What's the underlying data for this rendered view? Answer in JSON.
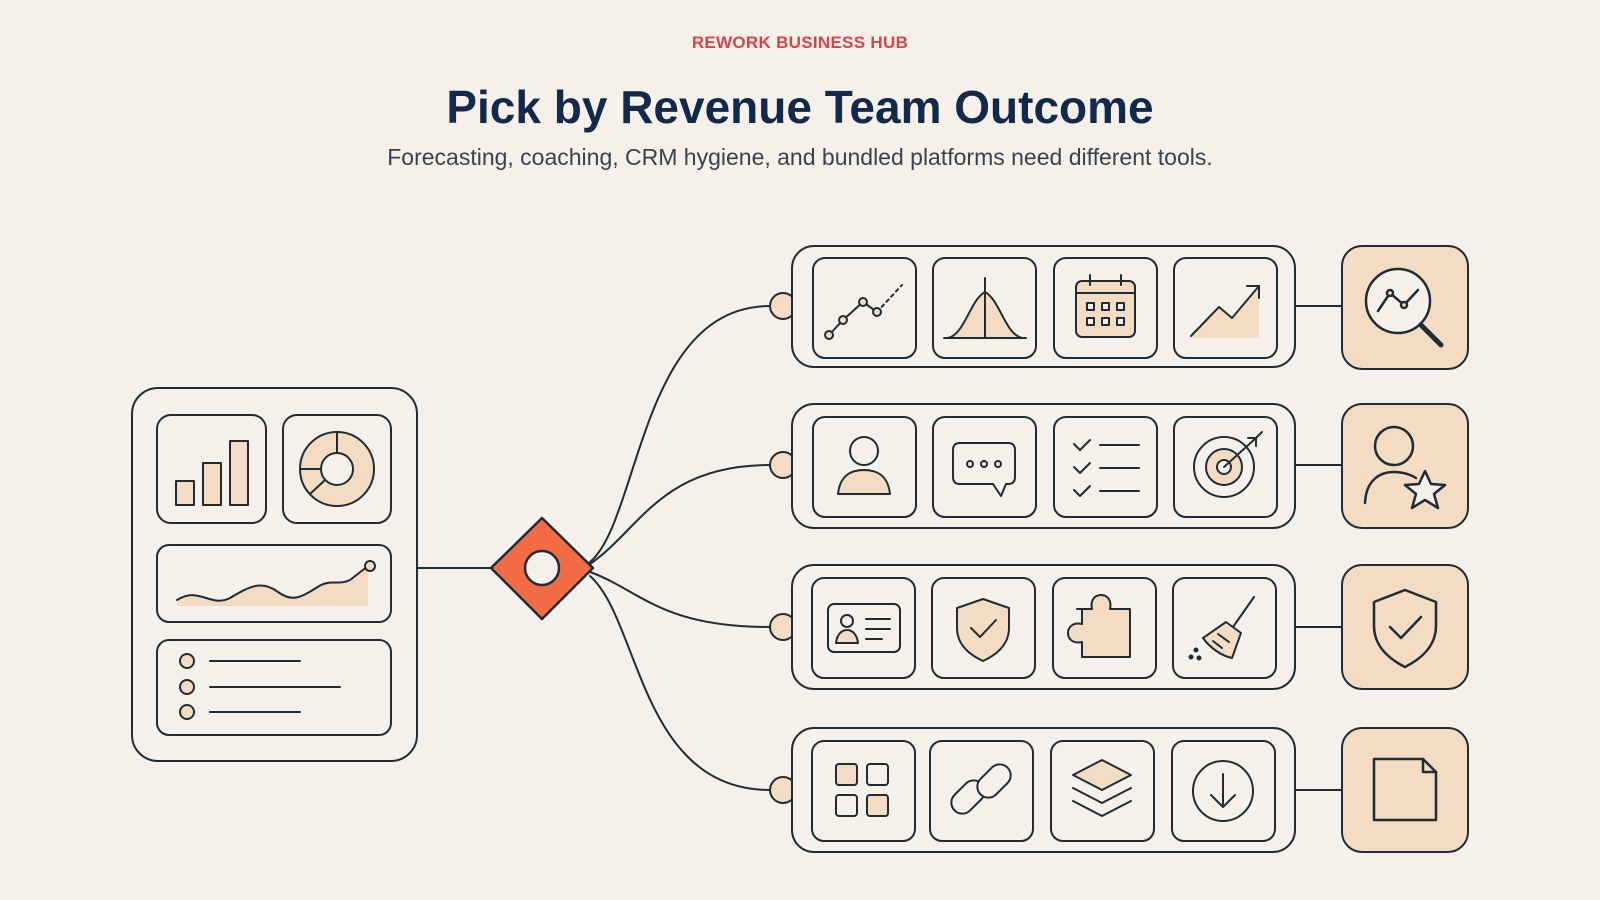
{
  "header": {
    "eyebrow": "REWORK BUSINESS HUB",
    "title": "Pick by Revenue Team Outcome",
    "subtitle": "Forecasting, coaching, CRM hygiene, and bundled platforms need different tools."
  },
  "colors": {
    "background": "#f5f1ea",
    "accent": "#f26b45",
    "ink": "#1f2c35",
    "fill": "#f3dcc2",
    "eyebrow": "#d8434a",
    "title": "#13294b"
  },
  "source_panel": {
    "icons": [
      "bar-chart-icon",
      "donut-chart-icon",
      "trend-line-icon",
      "bullet-list-icon"
    ]
  },
  "hub": {
    "icon": "diamond-hub-icon"
  },
  "rows": [
    {
      "id": "forecasting",
      "tools": [
        "line-chart-icon",
        "bell-curve-icon",
        "calendar-icon",
        "growth-area-icon"
      ],
      "outcome": "magnifier-trend-icon"
    },
    {
      "id": "coaching",
      "tools": [
        "person-icon",
        "chat-bubble-icon",
        "checklist-icon",
        "target-icon"
      ],
      "outcome": "person-star-icon"
    },
    {
      "id": "crm-hygiene",
      "tools": [
        "id-card-icon",
        "shield-check-icon",
        "puzzle-icon",
        "broom-icon"
      ],
      "outcome": "shield-check-icon"
    },
    {
      "id": "bundled-platforms",
      "tools": [
        "app-grid-icon",
        "link-icon",
        "layers-icon",
        "download-icon"
      ],
      "outcome": "document-icon"
    }
  ]
}
